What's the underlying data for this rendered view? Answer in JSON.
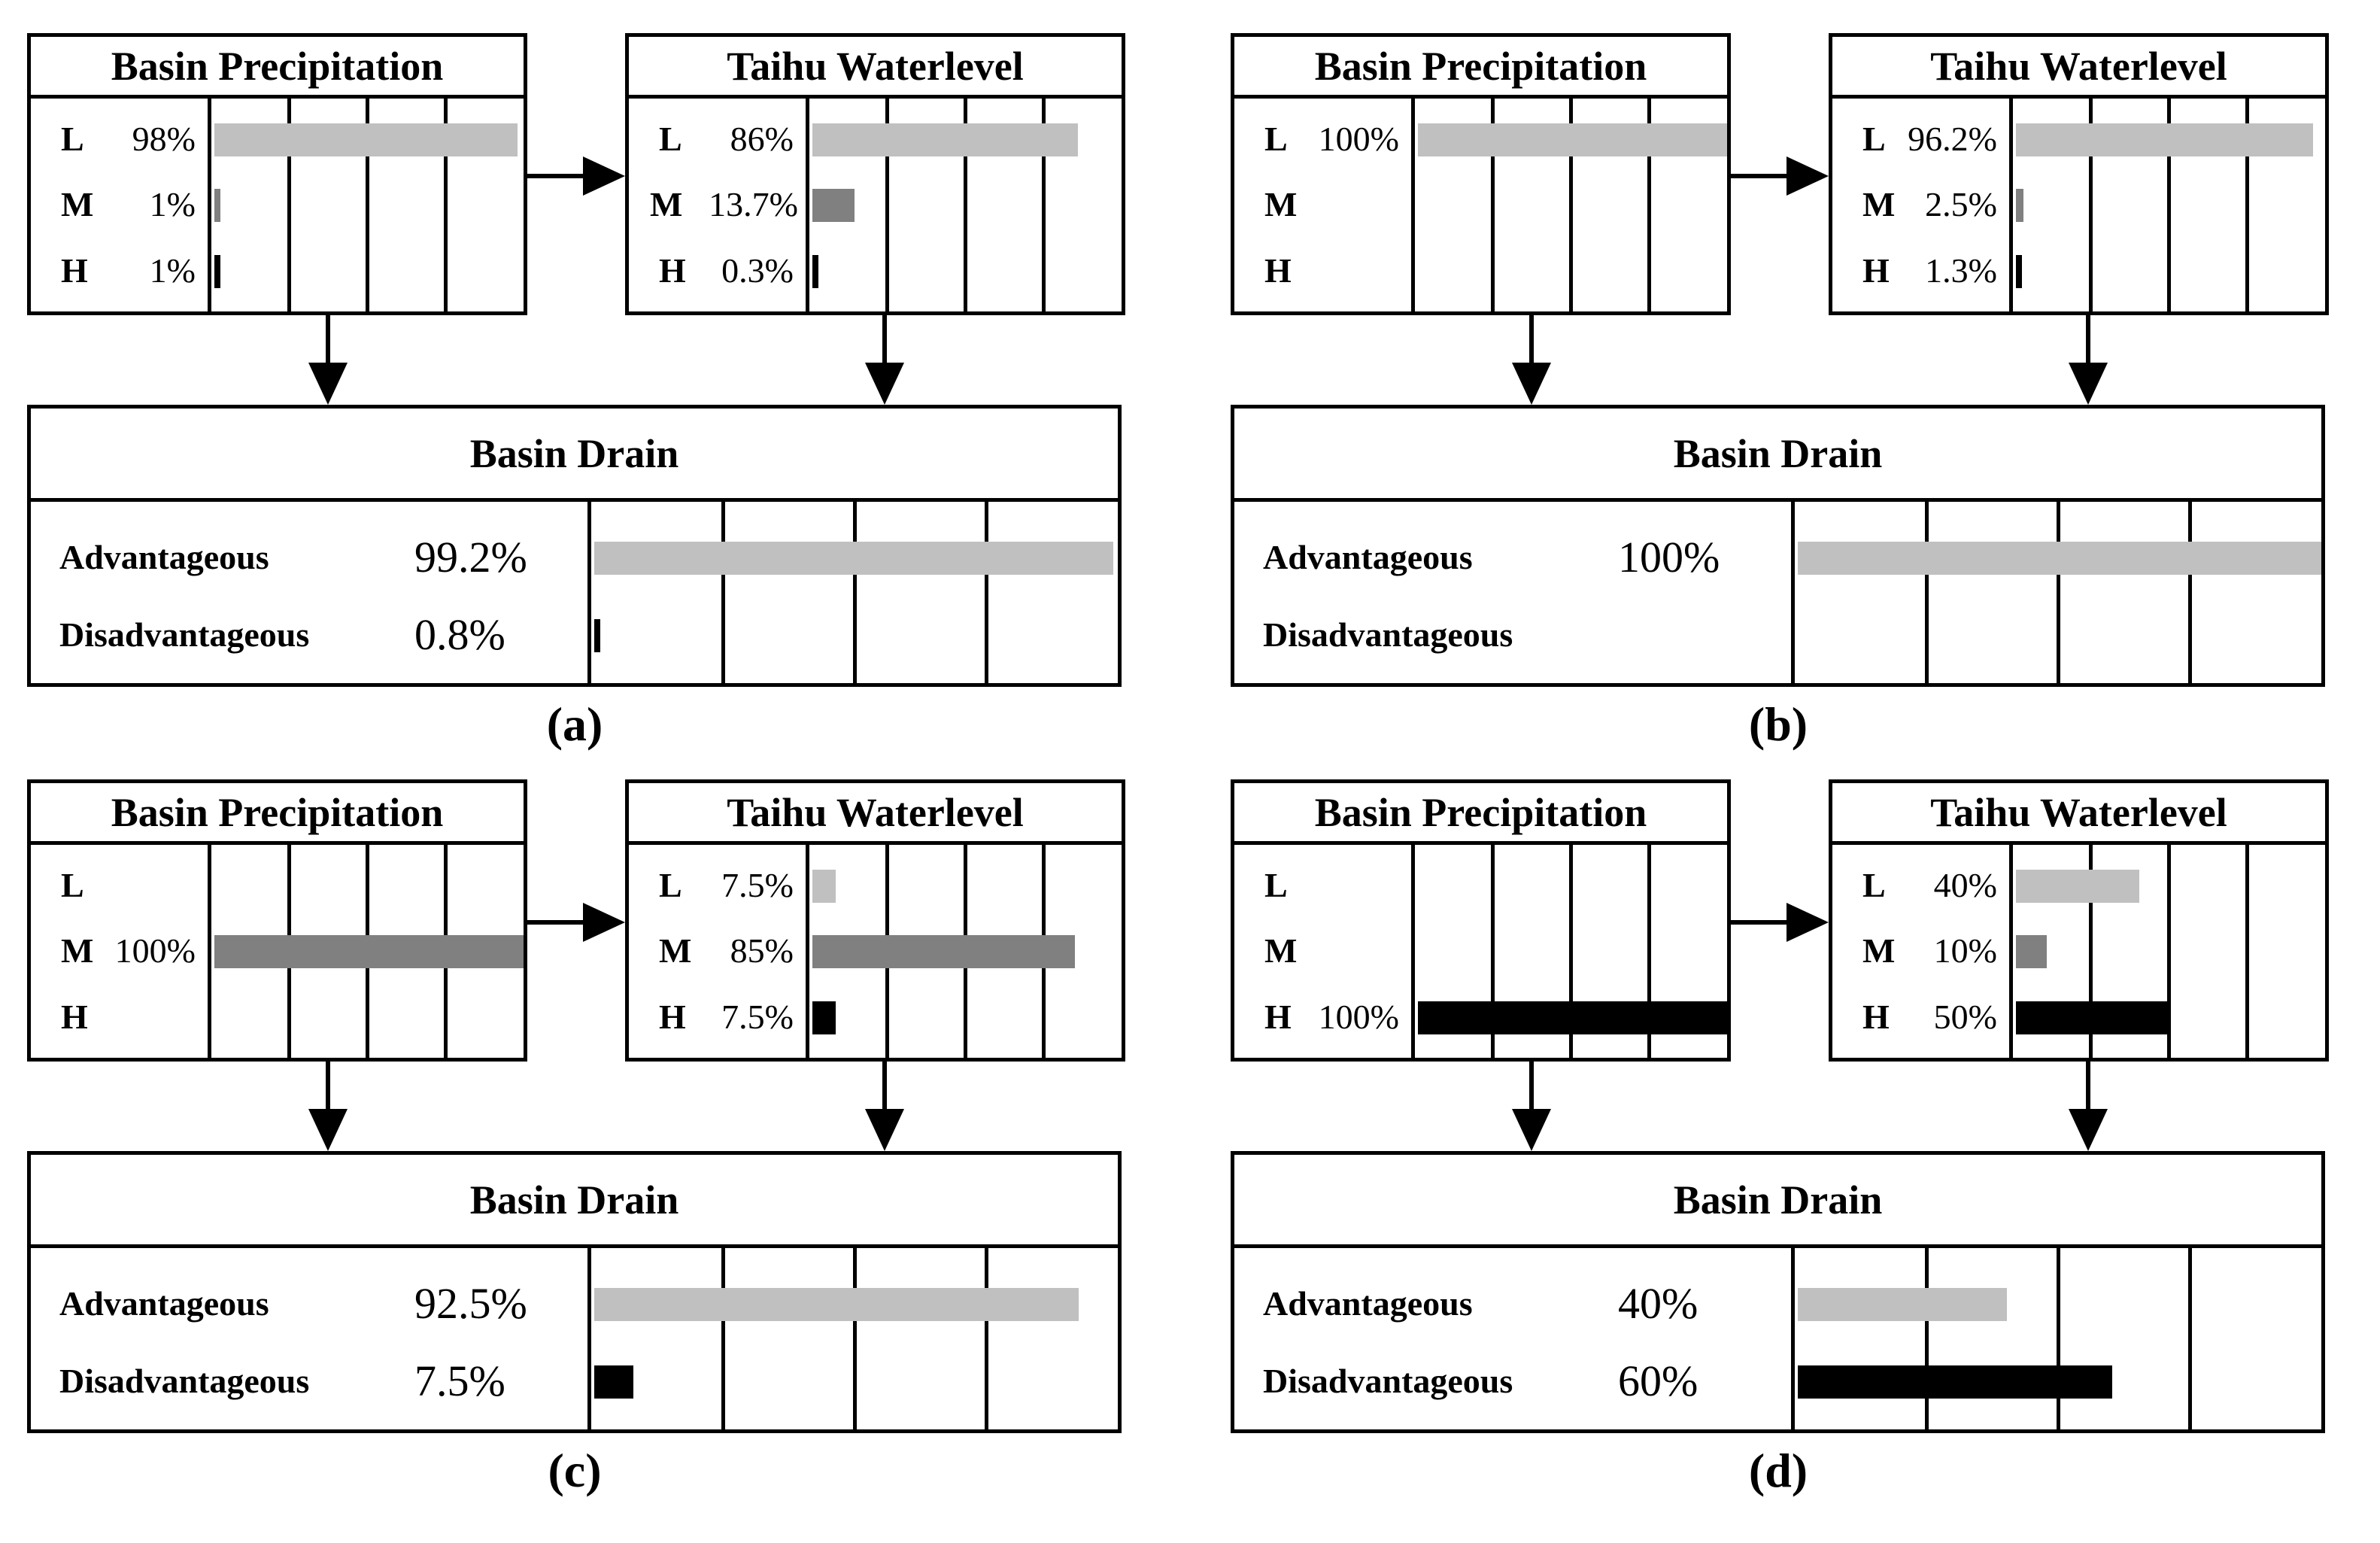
{
  "colors": {
    "L": "#c0c0c0",
    "M": "#808080",
    "H": "#000000",
    "Advantageous": "#c0c0c0",
    "Disadvantageous": "#000000"
  },
  "panels": [
    {
      "label": "(a)",
      "precipitation": {
        "title": "Basin Precipitation",
        "states": [
          {
            "name": "L",
            "pct": "98%",
            "value": 0.98
          },
          {
            "name": "M",
            "pct": "1%",
            "value": 0.01
          },
          {
            "name": "H",
            "pct": "1%",
            "value": 0.01
          }
        ]
      },
      "waterlevel": {
        "title": "Taihu Waterlevel",
        "states": [
          {
            "name": "L",
            "pct": "86%",
            "value": 0.86
          },
          {
            "name": "M",
            "pct": "13.7%",
            "value": 0.137
          },
          {
            "name": "H",
            "pct": "0.3%",
            "value": 0.003
          }
        ]
      },
      "drain": {
        "title": "Basin Drain",
        "states": [
          {
            "name": "Advantageous",
            "pct": "99.2%",
            "value": 0.992
          },
          {
            "name": "Disadvantageous",
            "pct": "0.8%",
            "value": 0.008
          }
        ]
      }
    },
    {
      "label": "(b)",
      "precipitation": {
        "title": "Basin Precipitation",
        "states": [
          {
            "name": "L",
            "pct": "100%",
            "value": 1.0
          },
          {
            "name": "M",
            "pct": "",
            "value": 0
          },
          {
            "name": "H",
            "pct": "",
            "value": 0
          }
        ]
      },
      "waterlevel": {
        "title": "Taihu Waterlevel",
        "states": [
          {
            "name": "L",
            "pct": "96.2%",
            "value": 0.962
          },
          {
            "name": "M",
            "pct": "2.5%",
            "value": 0.025
          },
          {
            "name": "H",
            "pct": "1.3%",
            "value": 0.013
          }
        ]
      },
      "drain": {
        "title": "Basin Drain",
        "states": [
          {
            "name": "Advantageous",
            "pct": "100%",
            "value": 1.0
          },
          {
            "name": "Disadvantageous",
            "pct": "",
            "value": 0
          }
        ]
      }
    },
    {
      "label": "(c)",
      "precipitation": {
        "title": "Basin Precipitation",
        "states": [
          {
            "name": "L",
            "pct": "",
            "value": 0
          },
          {
            "name": "M",
            "pct": "100%",
            "value": 1.0
          },
          {
            "name": "H",
            "pct": "",
            "value": 0
          }
        ]
      },
      "waterlevel": {
        "title": "Taihu Waterlevel",
        "states": [
          {
            "name": "L",
            "pct": "7.5%",
            "value": 0.075
          },
          {
            "name": "M",
            "pct": "85%",
            "value": 0.85
          },
          {
            "name": "H",
            "pct": "7.5%",
            "value": 0.075
          }
        ]
      },
      "drain": {
        "title": "Basin Drain",
        "states": [
          {
            "name": "Advantageous",
            "pct": "92.5%",
            "value": 0.925
          },
          {
            "name": "Disadvantageous",
            "pct": "7.5%",
            "value": 0.075
          }
        ]
      }
    },
    {
      "label": "(d)",
      "precipitation": {
        "title": "Basin Precipitation",
        "states": [
          {
            "name": "L",
            "pct": "",
            "value": 0
          },
          {
            "name": "M",
            "pct": "",
            "value": 0
          },
          {
            "name": "H",
            "pct": "100%",
            "value": 1.0
          }
        ]
      },
      "waterlevel": {
        "title": "Taihu Waterlevel",
        "states": [
          {
            "name": "L",
            "pct": "40%",
            "value": 0.4
          },
          {
            "name": "M",
            "pct": "10%",
            "value": 0.1
          },
          {
            "name": "H",
            "pct": "50%",
            "value": 0.5
          }
        ]
      },
      "drain": {
        "title": "Basin Drain",
        "states": [
          {
            "name": "Advantageous",
            "pct": "40%",
            "value": 0.4
          },
          {
            "name": "Disadvantageous",
            "pct": "60%",
            "value": 0.6
          }
        ]
      }
    }
  ]
}
